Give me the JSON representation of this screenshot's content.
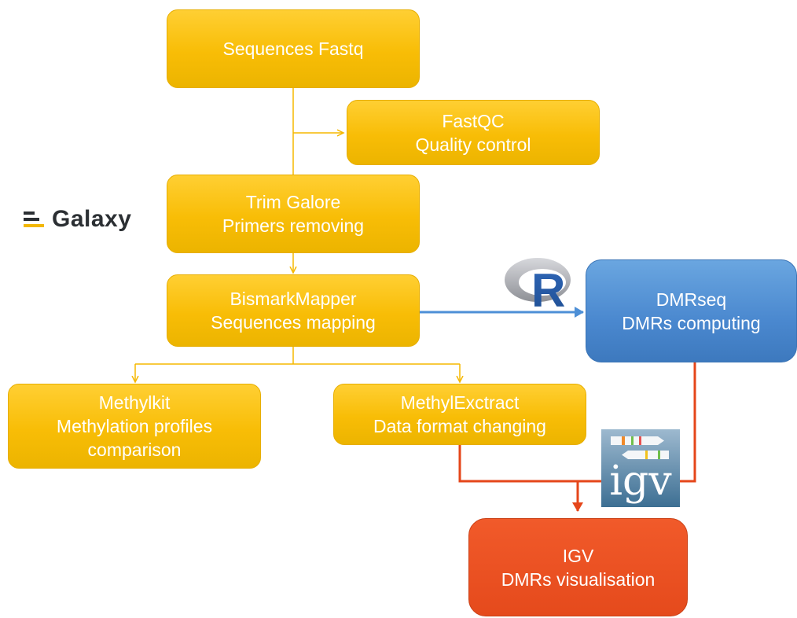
{
  "nodes": {
    "sequences_fastq": {
      "line1": "Sequences Fastq"
    },
    "fastqc": {
      "line1": "FastQC",
      "line2": "Quality control"
    },
    "trim_galore": {
      "line1": "Trim Galore",
      "line2": "Primers removing"
    },
    "bismark_mapper": {
      "line1": "BismarkMapper",
      "line2": "Sequences mapping"
    },
    "dmrseq": {
      "line1": "DMRseq",
      "line2": "DMRs computing"
    },
    "methylkit": {
      "line1": "Methylkit",
      "line2": "Methylation profiles",
      "line3": "comparison"
    },
    "methyl_extract": {
      "line1": "MethylExctract",
      "line2": "Data format changing"
    },
    "igv_node": {
      "line1": "IGV",
      "line2": "DMRs visualisation"
    }
  },
  "logos": {
    "galaxy": "Galaxy",
    "r": "R",
    "igv": "igv"
  },
  "colors": {
    "yellow_box": "#f8bd06",
    "yellow_line": "#f5b800",
    "blue_box": "#4a88cf",
    "blue_line": "#4d8fd6",
    "red_box": "#e54a1c",
    "red_line": "#e5461a"
  }
}
